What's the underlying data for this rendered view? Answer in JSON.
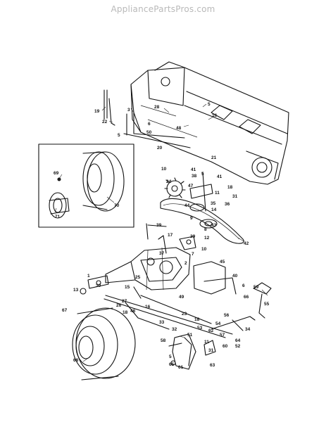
{
  "watermark": {
    "text": "AppliancePartsPros.com"
  },
  "callouts": [
    {
      "id": "c-19",
      "text": "19"
    },
    {
      "id": "c-22",
      "text": "22"
    },
    {
      "id": "c-3",
      "text": "3"
    },
    {
      "id": "c-5a",
      "text": "5"
    },
    {
      "id": "c-16a",
      "text": "16"
    },
    {
      "id": "c-48",
      "text": "48"
    },
    {
      "id": "c-5b",
      "text": "5"
    },
    {
      "id": "c-28",
      "text": "28"
    },
    {
      "id": "c-50",
      "text": "50"
    },
    {
      "id": "c-20",
      "text": "20"
    },
    {
      "id": "c-6a",
      "text": "6"
    },
    {
      "id": "c-69",
      "text": "69"
    },
    {
      "id": "c-70",
      "text": "70"
    },
    {
      "id": "c-71",
      "text": "71"
    },
    {
      "id": "c-10a",
      "text": "10"
    },
    {
      "id": "c-41a",
      "text": "41"
    },
    {
      "id": "c-38",
      "text": "38"
    },
    {
      "id": "c-5c",
      "text": "5"
    },
    {
      "id": "c-24",
      "text": "24"
    },
    {
      "id": "c-47",
      "text": "47"
    },
    {
      "id": "c-41b",
      "text": "41"
    },
    {
      "id": "c-18a",
      "text": "18"
    },
    {
      "id": "c-11a",
      "text": "11"
    },
    {
      "id": "c-31a",
      "text": "31"
    },
    {
      "id": "c-36",
      "text": "36"
    },
    {
      "id": "c-35",
      "text": "35"
    },
    {
      "id": "c-14",
      "text": "14"
    },
    {
      "id": "c-44",
      "text": "44"
    },
    {
      "id": "c-9",
      "text": "9"
    },
    {
      "id": "c-43",
      "text": "43"
    },
    {
      "id": "c-8",
      "text": "8"
    },
    {
      "id": "c-12",
      "text": "12"
    },
    {
      "id": "c-42",
      "text": "42"
    },
    {
      "id": "c-39",
      "text": "39"
    },
    {
      "id": "c-29",
      "text": "29"
    },
    {
      "id": "c-17",
      "text": "17"
    },
    {
      "id": "c-37",
      "text": "37"
    },
    {
      "id": "c-7",
      "text": "7"
    },
    {
      "id": "c-2",
      "text": "2"
    },
    {
      "id": "c-45",
      "text": "45"
    },
    {
      "id": "c-40",
      "text": "40"
    },
    {
      "id": "c-1",
      "text": "1"
    },
    {
      "id": "c-30",
      "text": "30"
    },
    {
      "id": "c-13",
      "text": "13"
    },
    {
      "id": "c-15",
      "text": "15"
    },
    {
      "id": "c-25",
      "text": "25"
    },
    {
      "id": "c-49",
      "text": "49"
    },
    {
      "id": "c-6b",
      "text": "6"
    },
    {
      "id": "c-27",
      "text": "27"
    },
    {
      "id": "c-26",
      "text": "26"
    },
    {
      "id": "c-46",
      "text": "46"
    },
    {
      "id": "c-18b",
      "text": "18"
    },
    {
      "id": "c-16b",
      "text": "16"
    },
    {
      "id": "c-67",
      "text": "67"
    },
    {
      "id": "c-23",
      "text": "23"
    },
    {
      "id": "c-33",
      "text": "33"
    },
    {
      "id": "c-32",
      "text": "32"
    },
    {
      "id": "c-18c",
      "text": "18"
    },
    {
      "id": "c-58",
      "text": "58"
    },
    {
      "id": "c-53",
      "text": "53"
    },
    {
      "id": "c-56",
      "text": "56"
    },
    {
      "id": "c-54",
      "text": "54"
    },
    {
      "id": "c-62",
      "text": "62"
    },
    {
      "id": "c-57",
      "text": "57"
    },
    {
      "id": "c-11b",
      "text": "11"
    },
    {
      "id": "c-60",
      "text": "60"
    },
    {
      "id": "c-64",
      "text": "64"
    },
    {
      "id": "c-52",
      "text": "52"
    },
    {
      "id": "c-34",
      "text": "34"
    },
    {
      "id": "c-59",
      "text": "59"
    },
    {
      "id": "c-66",
      "text": "66"
    },
    {
      "id": "c-55",
      "text": "55"
    },
    {
      "id": "c-65",
      "text": "65"
    },
    {
      "id": "c-61",
      "text": "61"
    },
    {
      "id": "c-63",
      "text": "63"
    },
    {
      "id": "c-68",
      "text": "68"
    },
    {
      "id": "c-5d",
      "text": "5"
    },
    {
      "id": "c-10b",
      "text": "10"
    },
    {
      "id": "c-21",
      "text": "21"
    },
    {
      "id": "c-51",
      "text": "51"
    },
    {
      "id": "c-31b",
      "text": "31"
    }
  ]
}
